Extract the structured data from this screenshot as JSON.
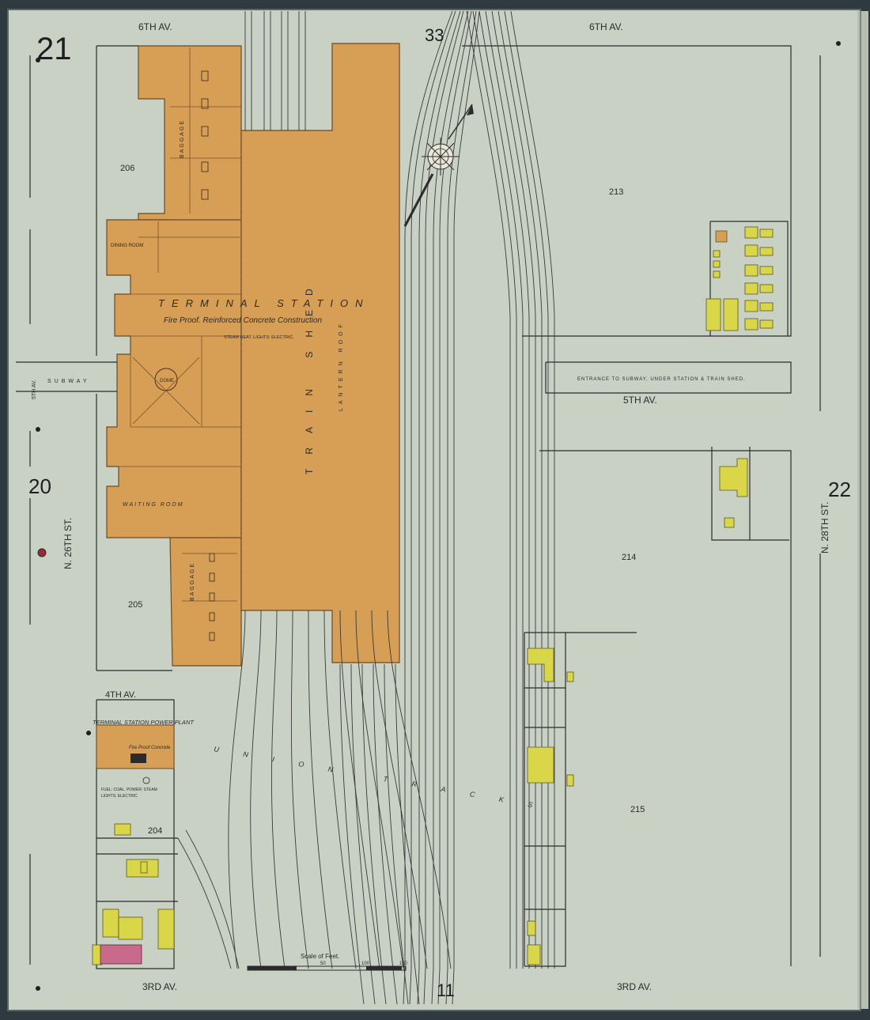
{
  "sheet": {
    "number": "33",
    "bottom_ref": "11",
    "adjacent": {
      "left_top": "21",
      "left_mid": "20",
      "right": "22"
    }
  },
  "streets": {
    "top_left": "6TH AV.",
    "top_right": "6TH AV.",
    "mid_right": "5TH AV.",
    "left_4th": "4TH AV.",
    "bottom_left": "3RD AV.",
    "bottom_right": "3RD AV.",
    "left_vertical": "N. 26TH ST.",
    "right_vertical": "N. 28TH ST.",
    "left_5th": "5TH AV."
  },
  "blocks": {
    "b206": "206",
    "b205": "205",
    "b204": "204",
    "b213": "213",
    "b214": "214",
    "b215": "215"
  },
  "station": {
    "name": "TERMINAL STATION",
    "subtitle": "Fire Proof. Reinforced Concrete Construction",
    "note": "STEAM HEAT. LIGHTS: ELECTRIC.",
    "train_shed": "TRAIN SHED",
    "lantern_roof": "LANTERN ROOF",
    "dining_room": "DINING ROOM",
    "waiting_room": "WAITING ROOM",
    "baggage": "BAGGAGE",
    "subway": "SUBWAY",
    "entrance": "ENTRANCE TO SUBWAY, UNDER STATION & TRAIN SHED."
  },
  "power_plant": {
    "name": "TERMINAL STATION POWER PLANT",
    "construction": "Fire Proof Concrete",
    "fuel": "FUEL: COAL. POWER: STEAM",
    "lights": "LIGHTS: ELECTRIC"
  },
  "tracks_label": "UNION TRACKS",
  "scale": {
    "title": "Scale of Feet.",
    "ticks": [
      "50",
      "100",
      "150"
    ]
  },
  "colors": {
    "paper": "#c9d0c4",
    "brick": "#d79e56",
    "frame": "#d9d64a",
    "stone": "#c96a8c",
    "ink": "#2b2b2b"
  }
}
